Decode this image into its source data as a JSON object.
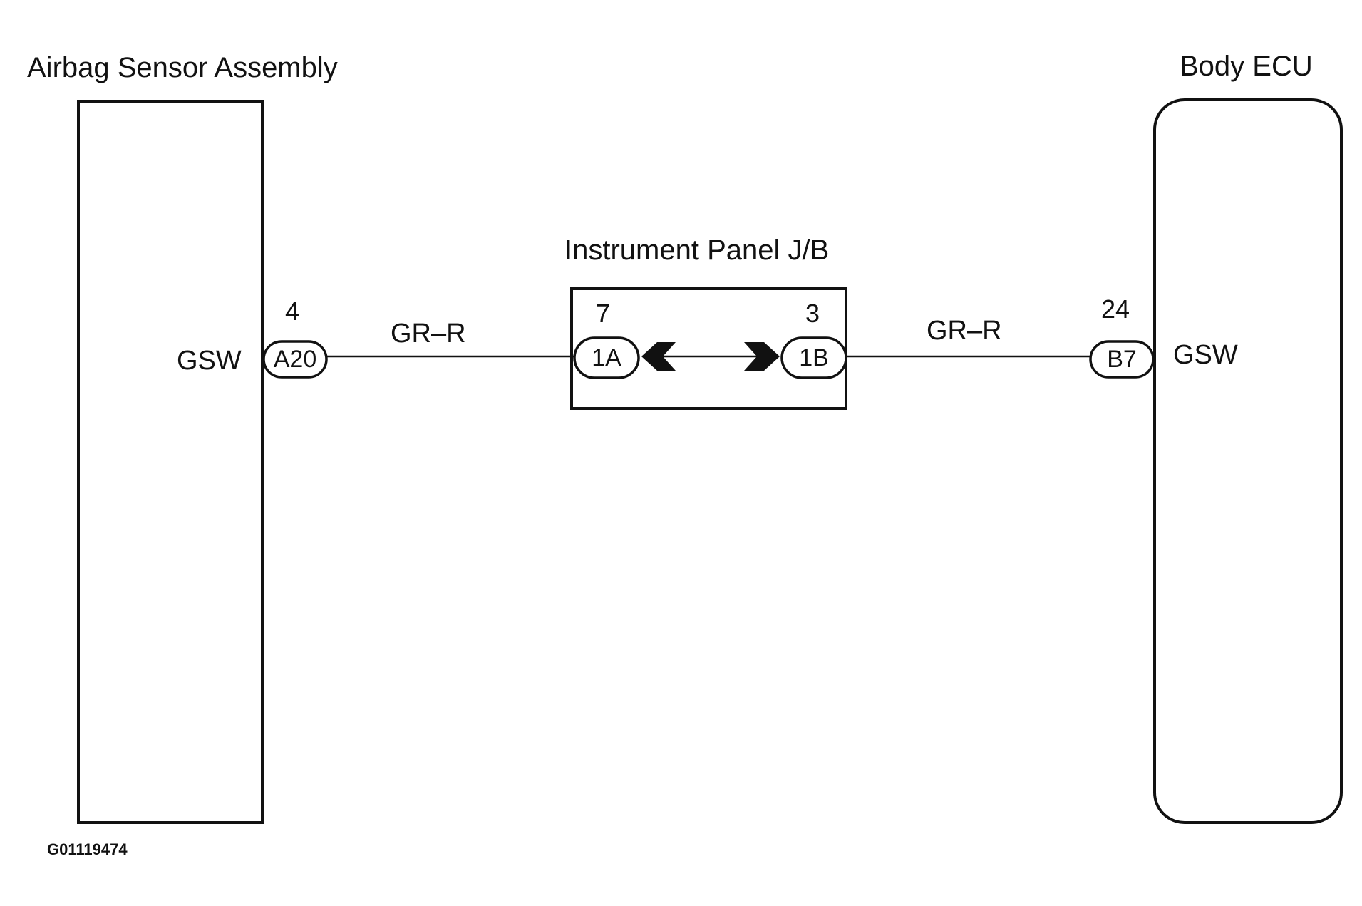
{
  "components": {
    "left": {
      "title": "Airbag Sensor Assembly",
      "terminal": "GSW",
      "pin": "4",
      "connector": "A20"
    },
    "right": {
      "title": "Body ECU",
      "terminal": "GSW",
      "pin": "24",
      "connector": "B7"
    },
    "junction": {
      "title": "Instrument Panel J/B",
      "left_pin": "7",
      "left_connector": "1A",
      "right_pin": "3",
      "right_connector": "1B"
    }
  },
  "wires": {
    "left_color": "GR–R",
    "right_color": "GR–R"
  },
  "figure_id": "G01119474",
  "colors": {
    "line": "#111111",
    "background": "#ffffff"
  }
}
